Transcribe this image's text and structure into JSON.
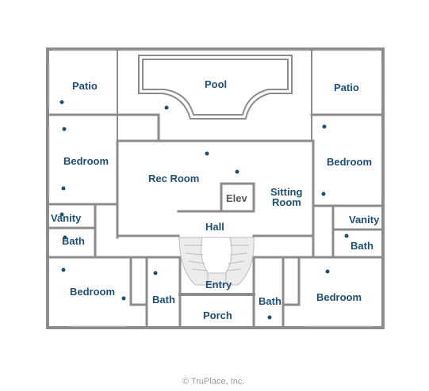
{
  "rooms": {
    "patio_left": "Patio",
    "pool": "Pool",
    "patio_right": "Patio",
    "bedroom_left_upper": "Bedroom",
    "rec_room": "Rec Room",
    "bedroom_right_upper": "Bedroom",
    "elev": "Elev",
    "sitting_room_line1": "Sitting",
    "sitting_room_line2": "Room",
    "vanity_left": "Vanity",
    "vanity_right": "Vanity",
    "hall": "Hall",
    "bath_left_upper": "Bath",
    "bath_right_upper": "Bath",
    "bedroom_left_lower": "Bedroom",
    "entry": "Entry",
    "bath_left_lower": "Bath",
    "bath_right_lower": "Bath",
    "bedroom_right_lower": "Bedroom",
    "porch": "Porch"
  },
  "copyright": "© TruPlace, Inc.",
  "colors": {
    "wall": "#8c8c8c",
    "label": "#1f4f73",
    "marker": "#1f4f73",
    "stairs": "#cfcfcf",
    "copyright": "#9a9a9a"
  }
}
